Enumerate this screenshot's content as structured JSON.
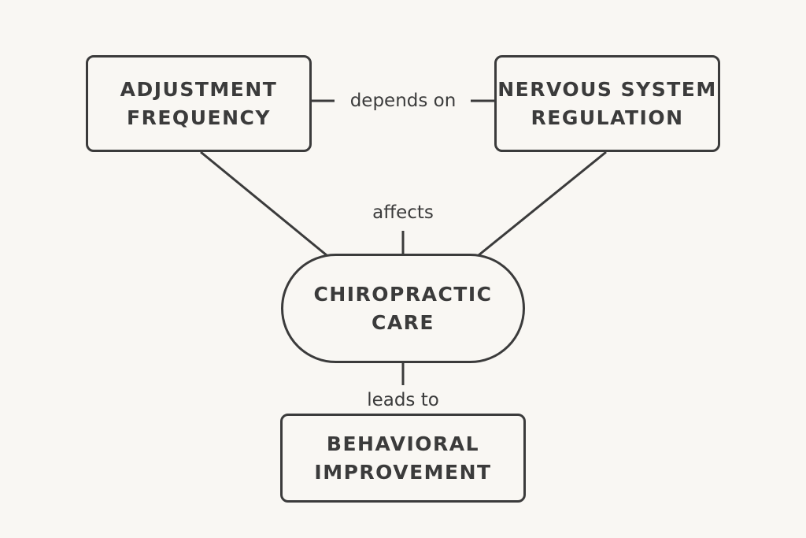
{
  "diagram": {
    "nodes": [
      {
        "id": "adjustment",
        "shape": "rectangle",
        "lines": [
          "ADJUSTMENT",
          "FREQUENCY"
        ]
      },
      {
        "id": "nervous",
        "shape": "rectangle",
        "lines": [
          "NERVOUS SYSTEM",
          "REGULATION"
        ]
      },
      {
        "id": "chiropractic",
        "shape": "pill",
        "lines": [
          "CHIROPRACTIC",
          "CARE"
        ]
      },
      {
        "id": "behavioral",
        "shape": "rectangle",
        "lines": [
          "BEHAVIORAL",
          "IMPROVEMENT"
        ]
      }
    ],
    "edges": [
      {
        "from": "adjustment",
        "to": "nervous",
        "label": "depends on"
      },
      {
        "from": "adjustment",
        "to": "chiropractic",
        "label": ""
      },
      {
        "from": "nervous",
        "to": "chiropractic",
        "label": ""
      },
      {
        "from": "chiropractic",
        "to": "chiropractic",
        "label": "affects"
      },
      {
        "from": "chiropractic",
        "to": "behavioral",
        "label": "leads to"
      }
    ],
    "colors": {
      "background": "#f9f7f3",
      "stroke": "#3b3b3b",
      "text": "#3b3b3b"
    }
  }
}
